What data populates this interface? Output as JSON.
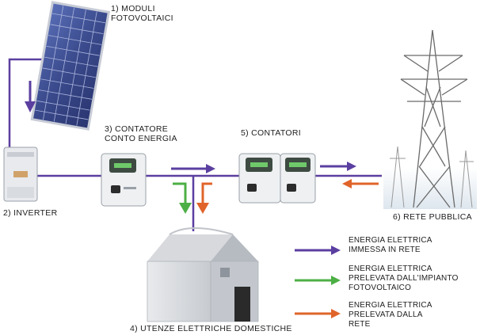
{
  "labels": {
    "moduli": [
      "1) MODULI",
      "FOTOVOLTAICI"
    ],
    "inverter": "2) INVERTER",
    "contatore_conto": [
      "3) CONTATORE",
      "CONTO ENERGIA"
    ],
    "utenze": "4) UTENZE ELETTRICHE DOMESTICHE",
    "contatori": "5) CONTATORI",
    "rete": "6) RETE PUBBLICA"
  },
  "legend": [
    {
      "lines": [
        "ENERGIA ELETTRICA",
        "IMMESSA IN RETE"
      ],
      "color": "#5b3fa0"
    },
    {
      "lines": [
        "ENERGIA ELETTRICA",
        "PRELEVATA DALL'IMPIANTO",
        "FOTOVOLTAICO"
      ],
      "color": "#4caf45"
    },
    {
      "lines": [
        "ENERGIA ELETTRICA",
        "PRELEVATA DALLA",
        "RETE"
      ],
      "color": "#e0642a"
    }
  ],
  "colors": {
    "line": "#5b3fa0",
    "immessa": "#5b3fa0",
    "fotovoltaico": "#4caf45",
    "rete": "#e0642a",
    "panel": "#3a4a8c",
    "tower": "#6a6a6a"
  }
}
